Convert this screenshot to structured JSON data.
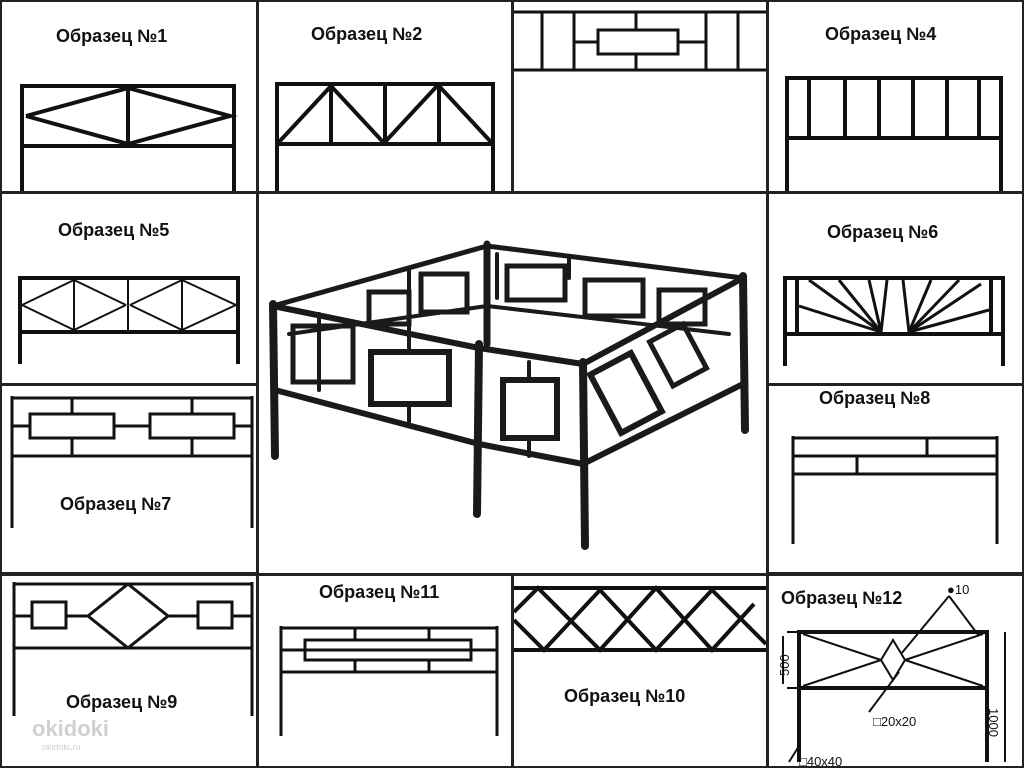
{
  "samples": {
    "s1": "Образец №1",
    "s2": "Образец №2",
    "s4": "Образец №4",
    "s5": "Образец №5",
    "s6": "Образец №6",
    "s7": "Образец №7",
    "s8": "Образец №8",
    "s9": "Образец №9",
    "s10": "Образец №10",
    "s11": "Образец №11",
    "s12": "Образец №12"
  },
  "dimensions": {
    "rod": "●10",
    "height_inner": "500",
    "height_outer": "1000",
    "profile": "□20х20",
    "post": "□40х40"
  },
  "watermark": {
    "brand": "okidoki",
    "site": "okidoki.ru"
  },
  "colors": {
    "line": "#111111",
    "background": "#ffffff",
    "divider": "#222222"
  }
}
